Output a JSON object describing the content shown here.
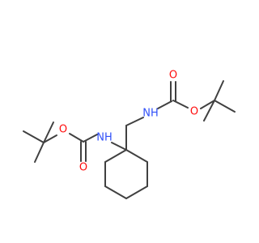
{
  "molecule": {
    "atoms": [
      {
        "id": "n1",
        "label": "NH",
        "element": "N"
      },
      {
        "id": "o1",
        "label": "O",
        "element": "O"
      },
      {
        "id": "o2",
        "label": "O",
        "element": "O"
      },
      {
        "id": "n2",
        "label": "NH",
        "element": "N"
      },
      {
        "id": "o3",
        "label": "O",
        "element": "O"
      },
      {
        "id": "o4",
        "label": "O",
        "element": "O"
      }
    ]
  },
  "colors": {
    "bond": "#404040",
    "nitrogen": "#3050f8",
    "oxygen": "#ff0d0d"
  }
}
